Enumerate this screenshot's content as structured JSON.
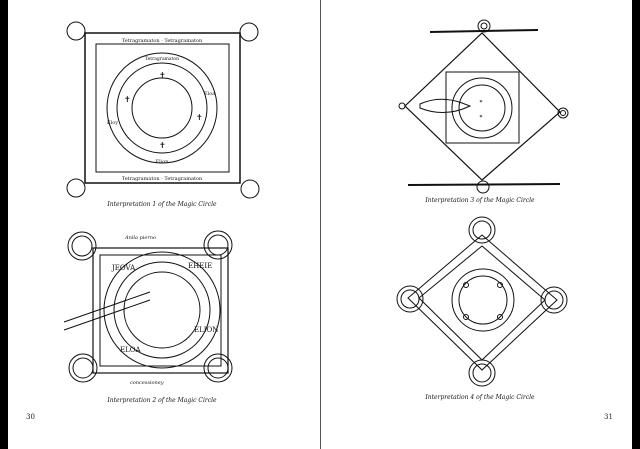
{
  "left_page": {
    "page_number": "30",
    "figures": [
      {
        "caption": "Interpretation 1 of the Magic Circle",
        "lettering": [
          "Tetragramaton",
          "Eloy",
          "Eloa",
          "Elion"
        ]
      },
      {
        "caption": "Interpretation 2 of the Magic Circle",
        "lettering": [
          "EHEIE",
          "ELION",
          "ELOA",
          "JEOVA"
        ]
      }
    ]
  },
  "right_page": {
    "page_number": "31",
    "figures": [
      {
        "caption": "Interpretation 3 of the Magic Circle"
      },
      {
        "caption": "Interpretation 4 of the Magic Circle"
      }
    ]
  }
}
